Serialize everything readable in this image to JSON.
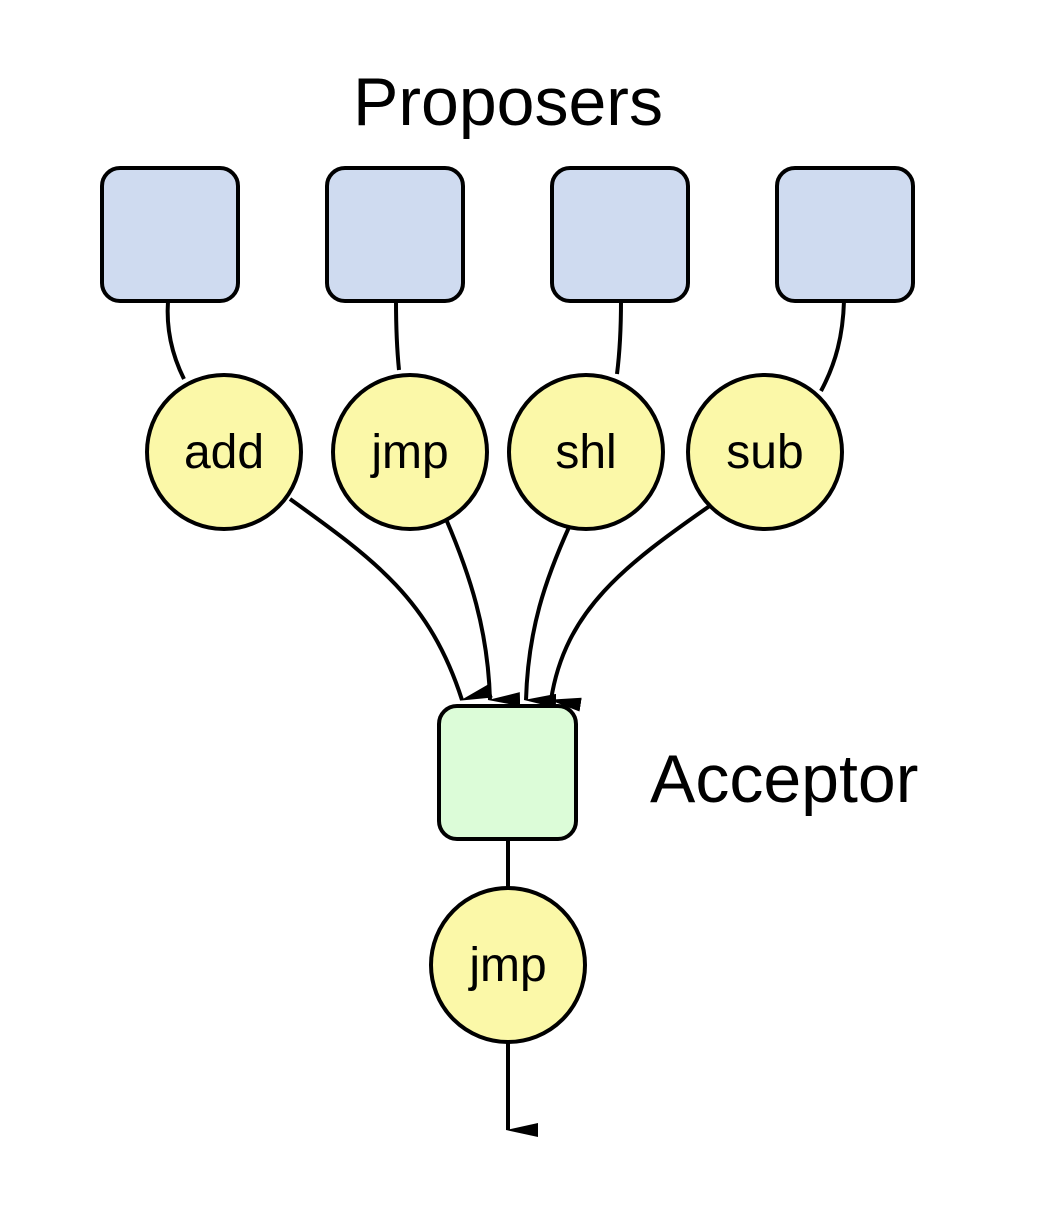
{
  "diagram": {
    "proposers_label": "Proposers",
    "acceptor_label": "Acceptor",
    "proposer_tokens": [
      "add",
      "jmp",
      "shl",
      "sub"
    ],
    "output_token": "jmp",
    "colors": {
      "proposer_fill": "#cfdbf0",
      "acceptor_fill": "#dcfcd8",
      "token_fill": "#fbf8a8",
      "stroke": "#000000"
    }
  }
}
